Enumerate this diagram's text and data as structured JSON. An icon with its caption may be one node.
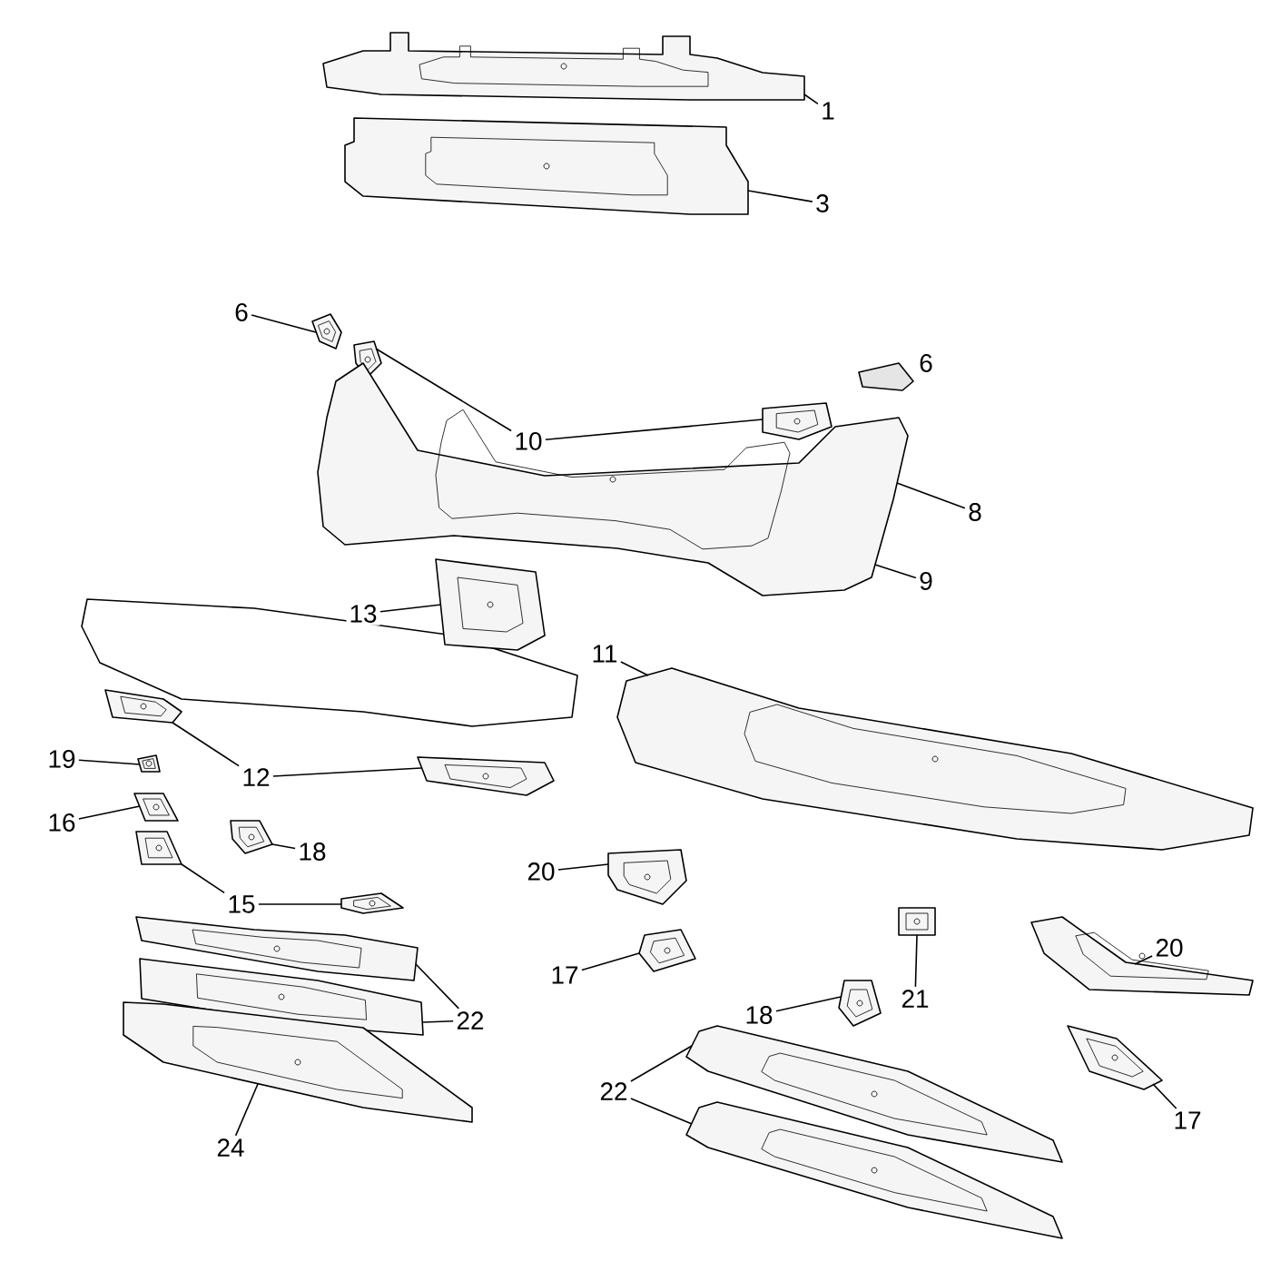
{
  "diagram": {
    "nodes": [
      {
        "text": [
          "1"
        ]
      },
      {
        "text": [],
        "shape": "picture"
      },
      {
        "text": [
          "3"
        ]
      },
      {
        "text": [],
        "shape": "picture"
      },
      {
        "text": [
          "6"
        ]
      },
      {
        "text": [],
        "shape": "picture"
      },
      {
        "text": [],
        "shape": "picture"
      },
      {
        "text": [
          "10"
        ]
      },
      {
        "text": [],
        "shape": "picture"
      },
      {
        "text": [],
        "shape": "picture"
      },
      {
        "text": [
          "8"
        ]
      },
      {
        "text": [
          "9"
        ]
      },
      {
        "text": [
          "13"
        ]
      },
      {
        "text": [],
        "shape": "picture"
      },
      {
        "text": [
          "11"
        ]
      },
      {
        "text": [],
        "shape": "picture"
      },
      {
        "text": [
          "12"
        ]
      },
      {
        "text": [],
        "shape": "picture"
      },
      {
        "text": [],
        "shape": "picture"
      },
      {
        "text": [
          "19"
        ]
      },
      {
        "text": [],
        "shape": "picture"
      },
      {
        "text": [
          "16"
        ]
      },
      {
        "text": [],
        "shape": "picture"
      },
      {
        "text": [],
        "shape": "picture"
      },
      {
        "text": [
          "18"
        ]
      },
      {
        "text": [],
        "shape": "picture"
      },
      {
        "text": [
          "15"
        ]
      },
      {
        "text": [],
        "shape": "picture"
      },
      {
        "text": [],
        "shape": "picture"
      },
      {
        "text": [],
        "shape": "picture"
      },
      {
        "text": [
          "22"
        ]
      },
      {
        "text": [],
        "shape": "picture"
      },
      {
        "text": [
          "24"
        ]
      },
      {
        "text": [
          "20"
        ]
      },
      {
        "text": [],
        "shape": "picture"
      },
      {
        "text": [],
        "shape": "picture"
      },
      {
        "text": [
          "17"
        ]
      },
      {
        "text": [
          "21"
        ]
      },
      {
        "text": [],
        "shape": "picture"
      },
      {
        "text": [
          "20"
        ]
      },
      {
        "text": [],
        "shape": "picture"
      },
      {
        "text": [
          "18"
        ]
      },
      {
        "text": [],
        "shape": "picture"
      },
      {
        "text": [
          "22"
        ]
      },
      {
        "text": [],
        "shape": "picture"
      },
      {
        "text": [],
        "shape": "picture"
      },
      {
        "text": [],
        "shape": "picture"
      },
      {
        "text": [
          "17"
        ]
      }
    ],
    "edges": [
      {
        "from": 0,
        "to": 1,
        "arrow": "none"
      },
      {
        "from": 2,
        "to": 3,
        "arrow": "none"
      },
      {
        "from": 4,
        "to": 5,
        "arrow": "none"
      },
      {
        "from": 7,
        "to": 6,
        "arrow": "none"
      },
      {
        "from": 7,
        "to": 8,
        "arrow": "none"
      },
      {
        "from": 10,
        "to": 9,
        "arrow": "none"
      },
      {
        "from": 11,
        "to": 9,
        "arrow": "none"
      },
      {
        "from": 12,
        "to": 13,
        "arrow": "none"
      },
      {
        "from": 14,
        "to": 15,
        "arrow": "none"
      },
      {
        "from": 16,
        "to": 17,
        "arrow": "none"
      },
      {
        "from": 16,
        "to": 18,
        "arrow": "none"
      },
      {
        "from": 19,
        "to": 20,
        "arrow": "none"
      },
      {
        "from": 21,
        "to": 22,
        "arrow": "none"
      },
      {
        "from": 24,
        "to": 23,
        "arrow": "none"
      },
      {
        "from": 26,
        "to": 25,
        "arrow": "none"
      },
      {
        "from": 26,
        "to": 27,
        "arrow": "none"
      },
      {
        "from": 30,
        "to": 28,
        "arrow": "none"
      },
      {
        "from": 30,
        "to": 29,
        "arrow": "none"
      },
      {
        "from": 32,
        "to": 31,
        "arrow": "none"
      },
      {
        "from": 33,
        "to": 34,
        "arrow": "none"
      },
      {
        "from": 36,
        "to": 35,
        "arrow": "none"
      },
      {
        "from": 37,
        "to": 38,
        "arrow": "none"
      },
      {
        "from": 39,
        "to": 40,
        "arrow": "none"
      },
      {
        "from": 41,
        "to": 42,
        "arrow": "none"
      },
      {
        "from": 43,
        "to": 44,
        "arrow": "none"
      },
      {
        "from": 43,
        "to": 45,
        "arrow": "none"
      },
      {
        "from": 47,
        "to": 46,
        "arrow": "none"
      }
    ],
    "labels": [
      "6"
    ]
  }
}
